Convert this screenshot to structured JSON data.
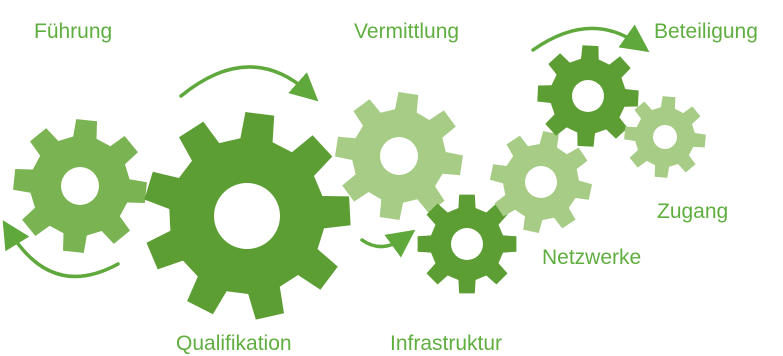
{
  "colors": {
    "label": "#5fae3f",
    "arrow": "#5fa83c",
    "gear_light": "#a6cc85",
    "gear_mid": "#7ab352",
    "gear_dark": "#5c9e33"
  },
  "labels": {
    "fuehrung": "Führung",
    "qualifikation": "Qualifikation",
    "vermittlung": "Vermittlung",
    "infrastruktur": "Infrastruktur",
    "netzwerke": "Netzwerke",
    "beteiligung": "Beteiligung",
    "zugang": "Zugang"
  },
  "gears": [
    {
      "name": "gear-fuehrung",
      "shade": "gear_mid"
    },
    {
      "name": "gear-qualifikation",
      "shade": "gear_dark"
    },
    {
      "name": "gear-vermittlung",
      "shade": "gear_light"
    },
    {
      "name": "gear-infrastruktur",
      "shade": "gear_dark"
    },
    {
      "name": "gear-netzwerke",
      "shade": "gear_light"
    },
    {
      "name": "gear-beteiligung",
      "shade": "gear_dark"
    },
    {
      "name": "gear-zugang",
      "shade": "gear_light"
    }
  ]
}
